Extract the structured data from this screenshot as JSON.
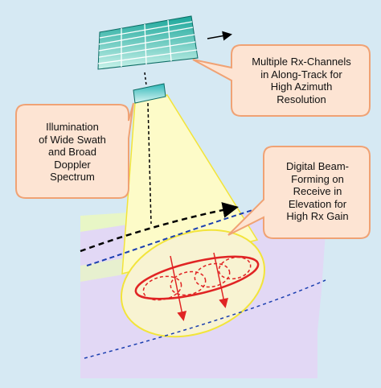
{
  "callouts": {
    "rx_channels": "Multiple Rx-Channels\nin Along-Track for\nHigh Azimuth\nResolution",
    "illumination": "Illumination\nof Wide Swath\nand Broad\nDoppler\nSpectrum",
    "beamforming": "Digital Beam-\nForming on\nReceive in\nElevation for\nHigh Rx Gain"
  },
  "colors": {
    "background": "#d6e9f3",
    "callout_fill": "#fde4d3",
    "callout_stroke": "#f0a274",
    "antenna_fill": "#2fb7a9",
    "beam_fill": "#fdfbc8",
    "beam_stroke": "#f2e43a",
    "ground_lavender": "#e2d8f5",
    "ground_green": "#e8f6c6",
    "track_blue": "#1b3fb0",
    "beam_red": "#e02424"
  }
}
